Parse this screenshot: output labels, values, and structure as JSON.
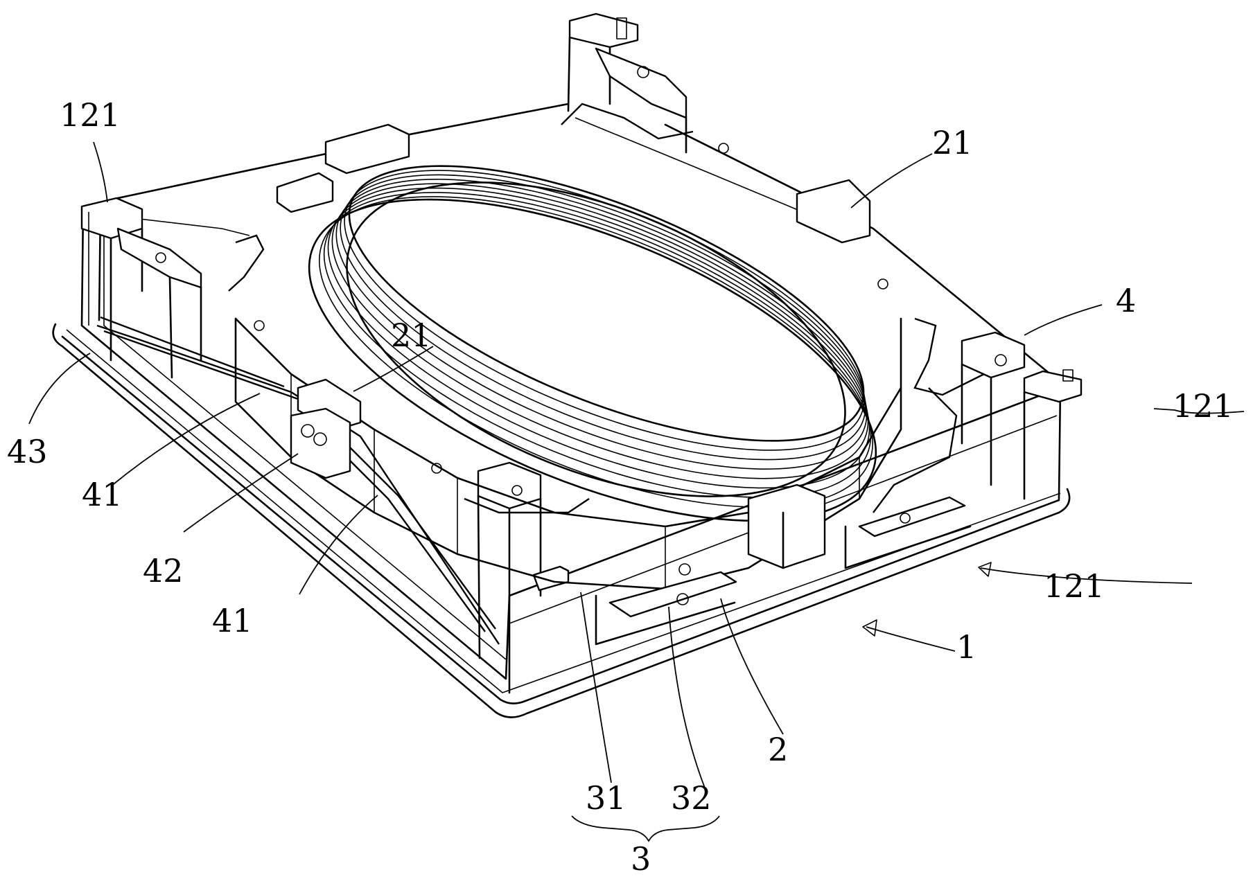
{
  "figure": {
    "labels": {
      "l121_top_left": "121",
      "l121_right": "121",
      "l121_bottom_right": "121",
      "l21_top_right": "21",
      "l21_center": "21",
      "l4": "4",
      "l43": "43",
      "l41_upper": "41",
      "l41_lower": "41",
      "l42": "42",
      "l1": "1",
      "l2": "2",
      "l31": "31",
      "l32": "32",
      "l3": "3"
    }
  }
}
